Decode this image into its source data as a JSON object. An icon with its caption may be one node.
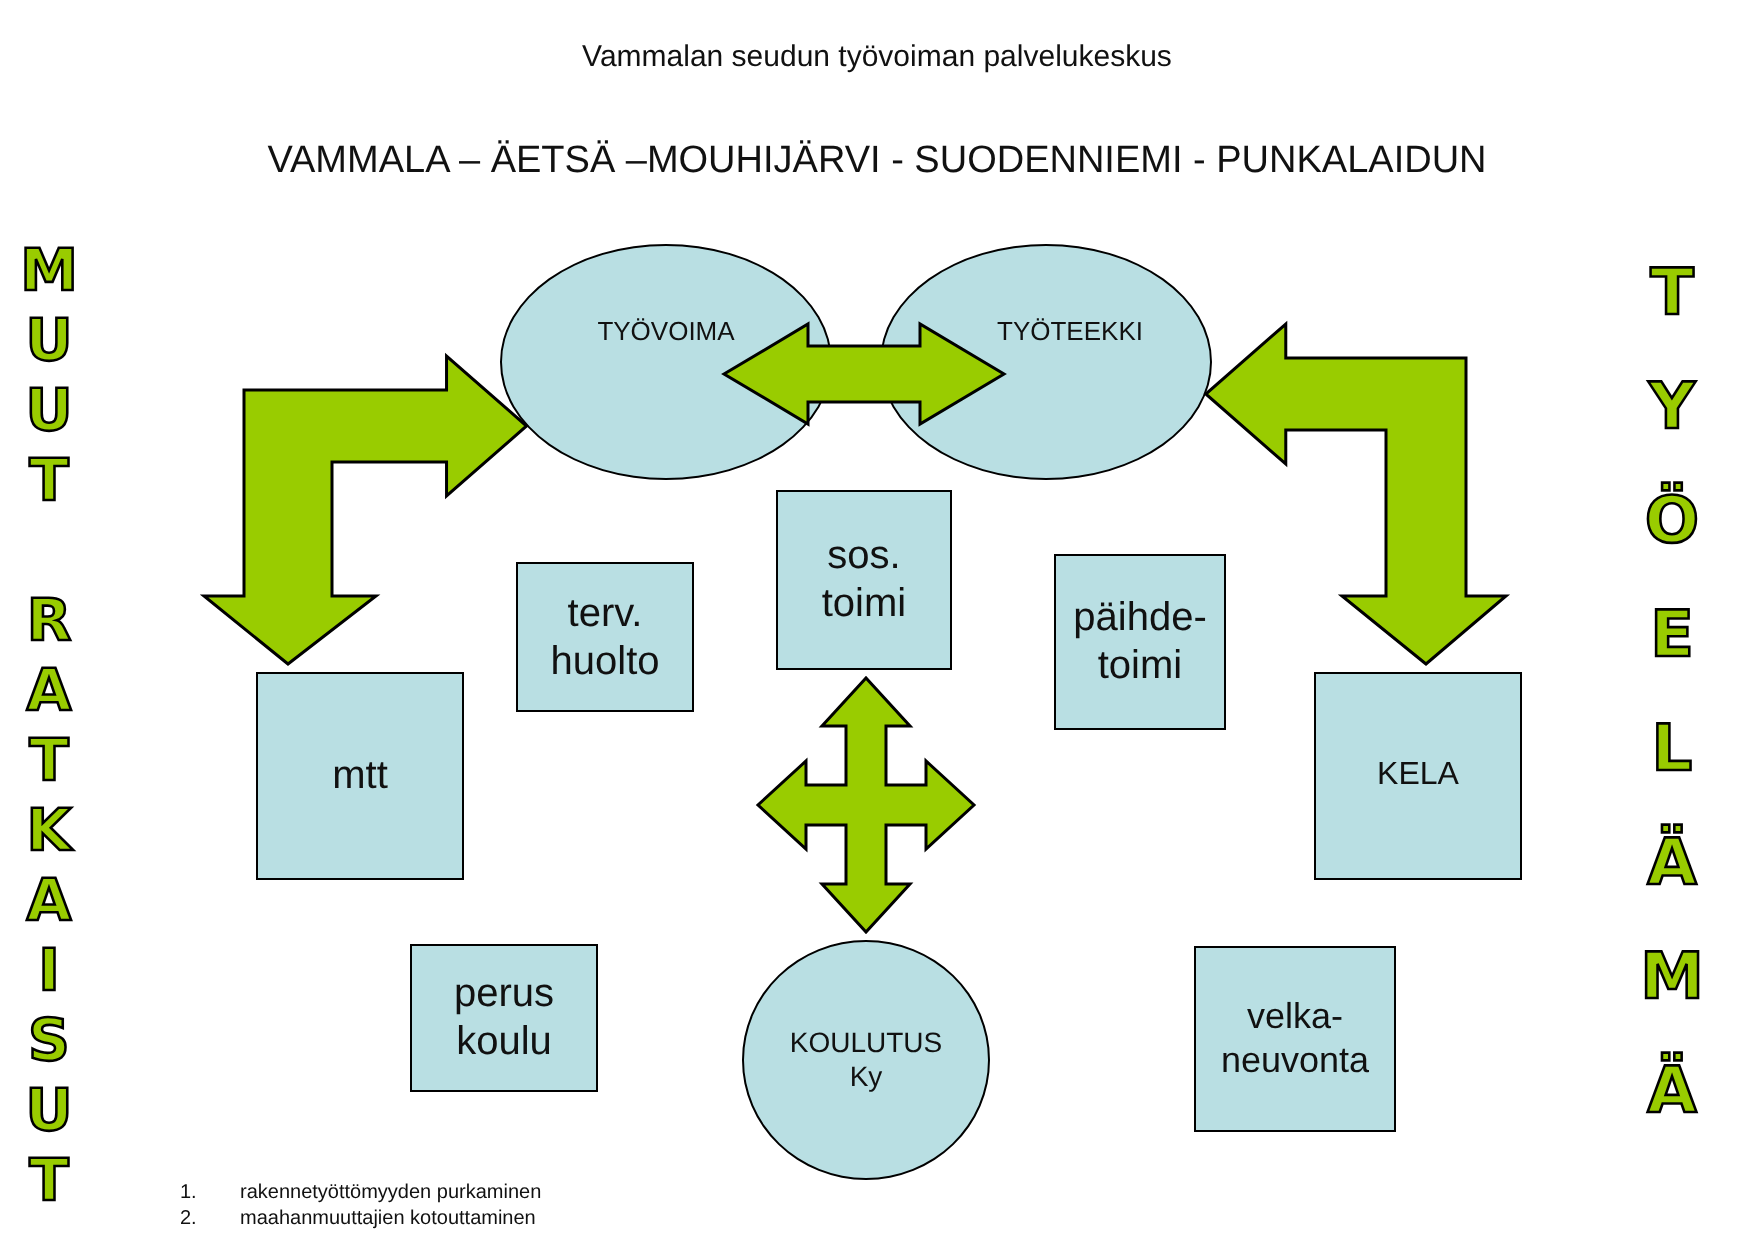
{
  "diagram": {
    "title": "Vammalan seudun työvoiman palvelukeskus",
    "nodes": [
      {
        "text": [
          "TYÖVOIMA"
        ]
      },
      {
        "text": [
          "TYÖTEEKKI"
        ]
      },
      {
        "text": [
          "sos. toimi"
        ]
      },
      {
        "text": [
          "terv. huolto"
        ]
      },
      {
        "text": [
          "päihde- toimi"
        ]
      },
      {
        "text": [
          "mtt"
        ]
      },
      {
        "text": [
          "KELA"
        ]
      },
      {
        "text": [
          "perus koulu"
        ]
      },
      {
        "text": [
          "KOULUTUS",
          "Ky"
        ]
      },
      {
        "text": [
          "velka- neuvonta"
        ]
      }
    ],
    "edges": [
      {
        "from": 0,
        "to": 1,
        "arrow": "both"
      },
      {
        "from": 5,
        "to": 0,
        "arrow": "both"
      },
      {
        "from": 6,
        "to": 1,
        "arrow": "both"
      },
      {
        "from": 2,
        "to": 8,
        "arrow": "both"
      }
    ],
    "labels": [
      "VAMMALA – ÄETSÄ –MOUHIJÄRVI - SUODENNIEMI - PUNKALAIDUN",
      "MUUT RATKAISUT",
      "TYÖELÄMÄ",
      "1.",
      "rakennetyöttömyyden purkaminen",
      "2.",
      "maahanmuuttajien kotouttaminen"
    ]
  }
}
